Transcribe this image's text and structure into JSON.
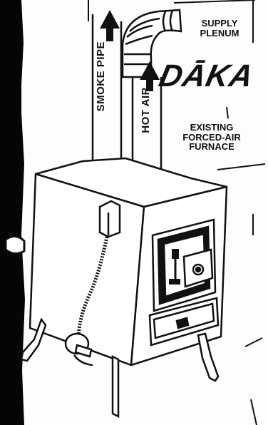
{
  "labels": {
    "smoke_pipe": "SMOKE PIPE",
    "hot_air": "HOT AIR",
    "supply_plenum_line1": "SUPPLY",
    "supply_plenum_line2": "PLENUM",
    "brand": "DĀKA",
    "existing_furnace_line1": "EXISTING",
    "existing_furnace_line2": "FORCED-AIR",
    "existing_furnace_line3": "FURNACE"
  },
  "colors": {
    "ink": "#111111",
    "paper": "#fdfdfd",
    "left_edge": "#050505"
  },
  "icons": {
    "arrow": "up-arrow-icon"
  }
}
